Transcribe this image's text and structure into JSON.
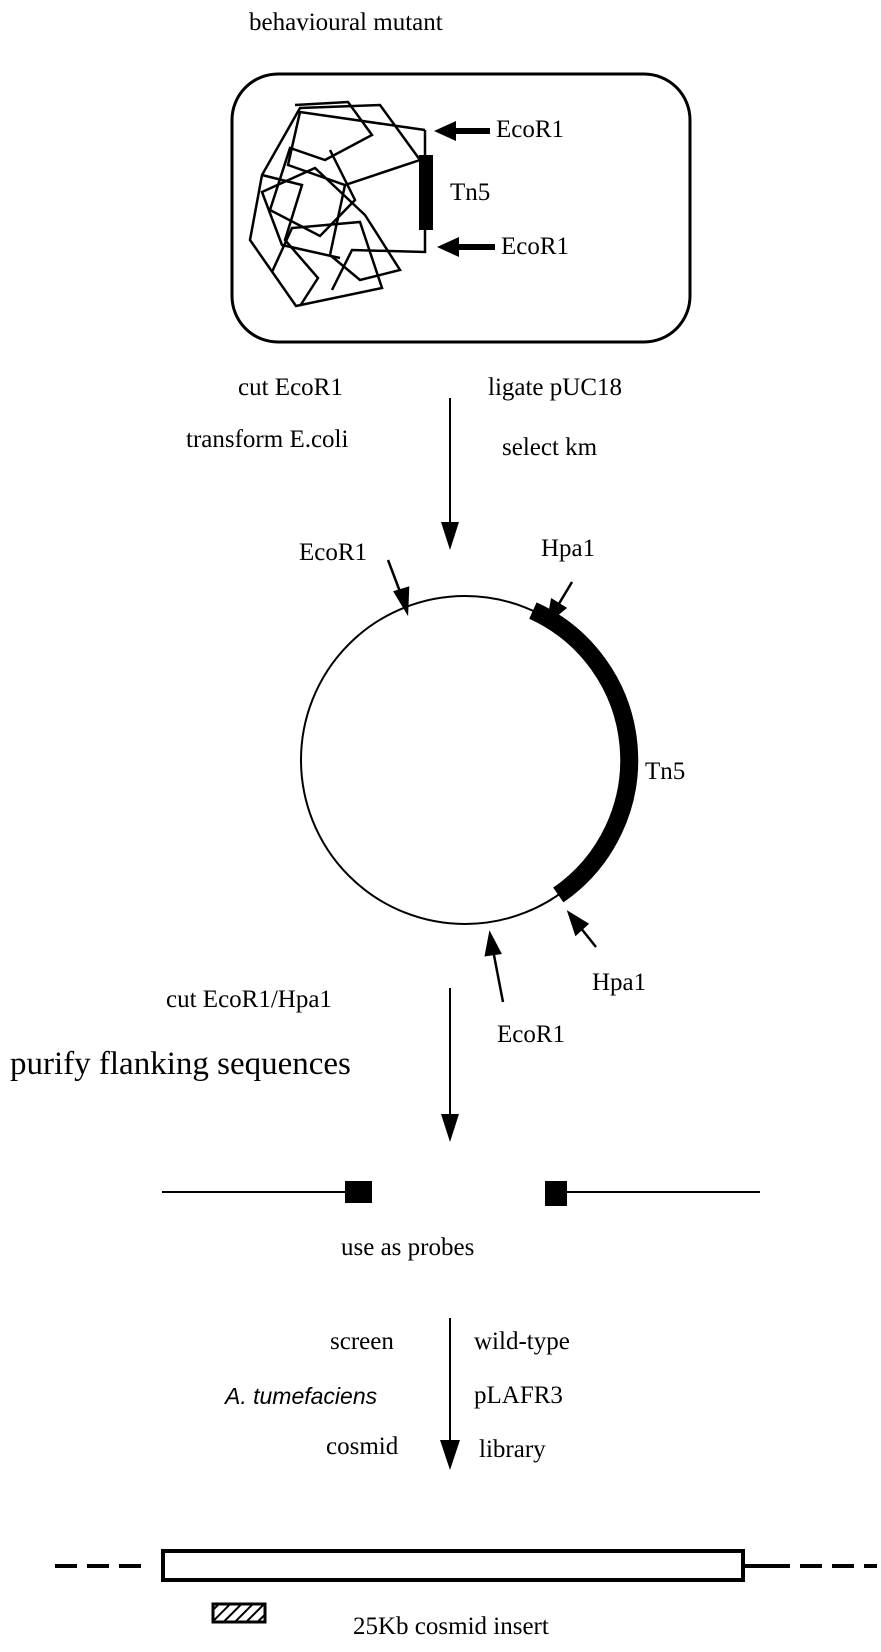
{
  "cell": {
    "title": "behavioural mutant",
    "ecor1_top": "EcoR1",
    "tn5": "Tn5",
    "ecor1_bottom": "EcoR1"
  },
  "step1": {
    "left_line1": "cut EcoR1",
    "left_line2": "transform E.coli",
    "right_line1": "ligate pUC18",
    "right_line2": "select km"
  },
  "plasmid": {
    "ecor1_top": "EcoR1",
    "hpa1_top": "Hpa1",
    "tn5": "Tn5",
    "hpa1_bottom": "Hpa1",
    "ecor1_bottom": "EcoR1"
  },
  "step2": {
    "cut": "cut EcoR1/Hpa1",
    "purify": "purify flanking sequences"
  },
  "probes": {
    "label": "use as probes"
  },
  "step3": {
    "left_line1": "screen",
    "left_line2": "A. tumefaciens",
    "left_line3": "cosmid",
    "right_line1": "wild-type",
    "right_line2": "pLAFR3",
    "right_line3": "library"
  },
  "cosmid": {
    "label": "25Kb cosmid insert"
  }
}
